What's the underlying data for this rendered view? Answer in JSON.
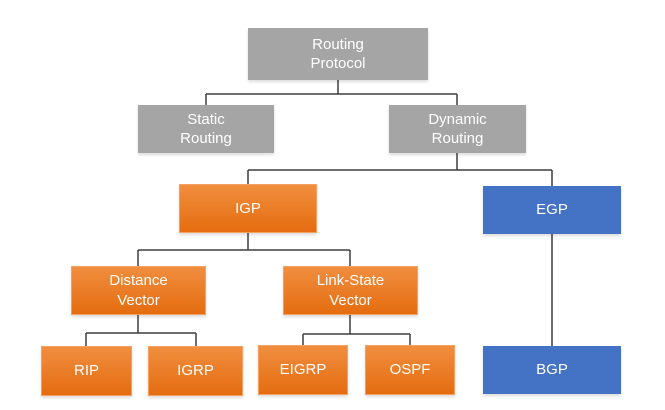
{
  "diagram": {
    "colors": {
      "background": "#FFFFFF",
      "gray": "#A5A5A5",
      "orange_top": "#F08E3F",
      "orange_bottom": "#E56C10",
      "orange_border": "#F4A163",
      "blue": "#4472C4",
      "line": "#3F3F3F",
      "text": "#FFFFFF"
    },
    "nodes": [
      {
        "id": "routing-protocol",
        "label": "Routing\nProtocol",
        "color": "gray"
      },
      {
        "id": "static-routing",
        "label": "Static\nRouting",
        "color": "gray"
      },
      {
        "id": "dynamic-routing",
        "label": "Dynamic\nRouting",
        "color": "gray"
      },
      {
        "id": "igp",
        "label": "IGP",
        "color": "orange"
      },
      {
        "id": "egp",
        "label": "EGP",
        "color": "blue"
      },
      {
        "id": "distance-vector",
        "label": "Distance\nVector",
        "color": "orange"
      },
      {
        "id": "link-state-vector",
        "label": "Link-State\nVector",
        "color": "orange"
      },
      {
        "id": "rip",
        "label": "RIP",
        "color": "orange"
      },
      {
        "id": "igrp",
        "label": "IGRP",
        "color": "orange"
      },
      {
        "id": "eigrp",
        "label": "EIGRP",
        "color": "orange"
      },
      {
        "id": "ospf",
        "label": "OSPF",
        "color": "orange"
      },
      {
        "id": "bgp",
        "label": "BGP",
        "color": "blue"
      }
    ],
    "edges": [
      [
        "routing-protocol",
        "static-routing"
      ],
      [
        "routing-protocol",
        "dynamic-routing"
      ],
      [
        "dynamic-routing",
        "igp"
      ],
      [
        "dynamic-routing",
        "egp"
      ],
      [
        "igp",
        "distance-vector"
      ],
      [
        "igp",
        "link-state-vector"
      ],
      [
        "distance-vector",
        "rip"
      ],
      [
        "distance-vector",
        "igrp"
      ],
      [
        "link-state-vector",
        "eigrp"
      ],
      [
        "link-state-vector",
        "ospf"
      ],
      [
        "egp",
        "bgp"
      ]
    ]
  }
}
